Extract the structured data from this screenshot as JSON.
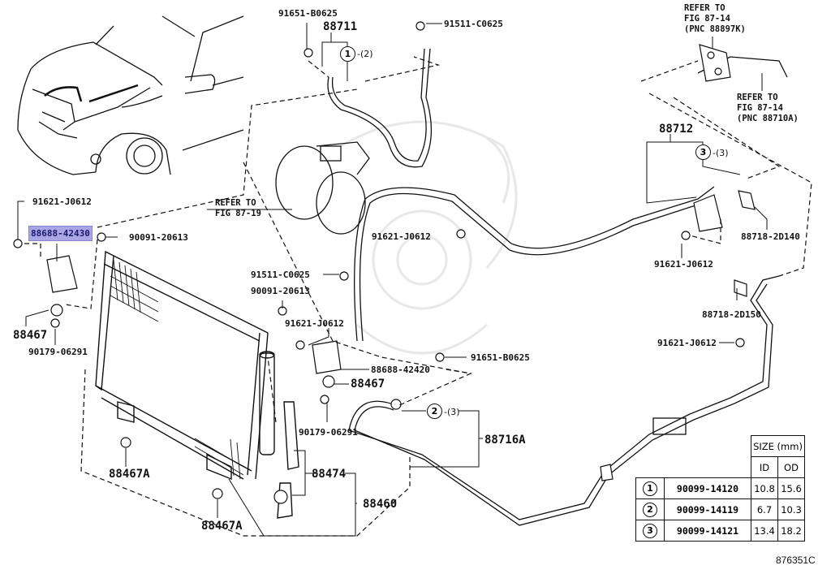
{
  "diagram": {
    "title": "A/C condenser and refrigerant lines parts diagram",
    "figure_id": "876351C",
    "highlight_color": "#a9a6e6",
    "watermark": "faint samurai-helmet logo",
    "labels": {
      "bolt_top_left": "91651-B0625",
      "pipe_88711": "88711",
      "bolt_top_mid": "91511-C0625",
      "refer_top": "REFER TO\nFIG 87-14\n(PNC 88897K)",
      "refer_right": "REFER TO\nFIG 87-14\n(PNC 88710A)",
      "pipe_88712": "88712",
      "clamp_2d140": "88718-2D140",
      "bolt_right_1": "91621-J0612",
      "clamp_2d150": "88718-2D150",
      "bolt_right_2": "91621-J0612",
      "refer_compressor": "REFER TO\nFIG 87-19",
      "bolt_left_top": "91621-J0612",
      "bracket_selected": "88688-42430",
      "bolt_left_screw": "90091-20613",
      "cushion_left": "88467",
      "nut_left": "90179-06291",
      "bolt_mid_1": "91621-J0612",
      "bolt_mid_2": "91511-C0625",
      "screw_mid": "90091-20613",
      "bolt_mid_3": "91621-J0612",
      "bracket_mid": "88688-42420",
      "cushion_mid": "88467",
      "nut_mid": "90179-06291",
      "bolt_mid_4": "91651-B0625",
      "hose_88716a": "88716A",
      "cushion_88467a_1": "88467A",
      "cushion_88467a_2": "88467A",
      "filter_88474": "88474",
      "condenser_88460": "88460"
    },
    "callouts": {
      "oring_1": {
        "num": "1",
        "qty": "-(2)"
      },
      "oring_2": {
        "num": "2",
        "qty": "-(3)"
      },
      "oring_3": {
        "num": "3",
        "qty": "-(3)"
      }
    }
  },
  "size_table": {
    "header": "SIZE (mm)",
    "columns": [
      "ID",
      "OD"
    ],
    "rows": [
      {
        "ref": "1",
        "part": "90099-14120",
        "id": "10.8",
        "od": "15.6"
      },
      {
        "ref": "2",
        "part": "90099-14119",
        "id": "6.7",
        "od": "10.3"
      },
      {
        "ref": "3",
        "part": "90099-14121",
        "id": "13.4",
        "od": "18.2"
      }
    ]
  }
}
